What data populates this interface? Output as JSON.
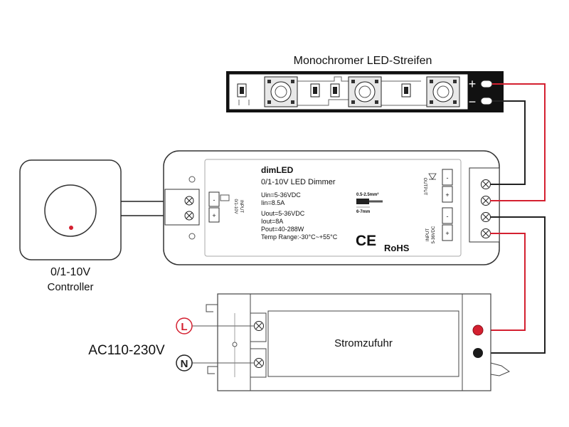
{
  "led_strip": {
    "title": "Monochromer LED-Streifen",
    "plus": "+",
    "minus": "−"
  },
  "controller": {
    "line1": "0/1-10V",
    "line2": "Controller"
  },
  "dimmer": {
    "brand": "dimLED",
    "model": "0/1-10V LED Dimmer",
    "uin": "Uin=5-36VDC",
    "iin": "Iin=8.5A",
    "uout": "Uout=5-36VDC",
    "iout": "Iout=8A",
    "pout": "Pout=40-288W",
    "temp": "Temp Range:-30°C~+55°C",
    "ce": "CE",
    "rohs": "RoHS",
    "wire_size": "0.5-2.5mm²",
    "strip_len": "6-7mm",
    "input_label": "INPUT",
    "input_sub": "0/1-10V",
    "output_label": "OUTPUT",
    "power_input_label": "INPUT",
    "power_input_sub": "5-36VDC",
    "terminal_minus": "-",
    "terminal_plus": "+"
  },
  "power_supply": {
    "label": "Stromzufuhr"
  },
  "ac": {
    "label": "AC110-230V",
    "live": "L",
    "neutral": "N"
  },
  "colors": {
    "red_wire": "#d42030",
    "black_wire": "#222222",
    "outline": "#333333"
  }
}
